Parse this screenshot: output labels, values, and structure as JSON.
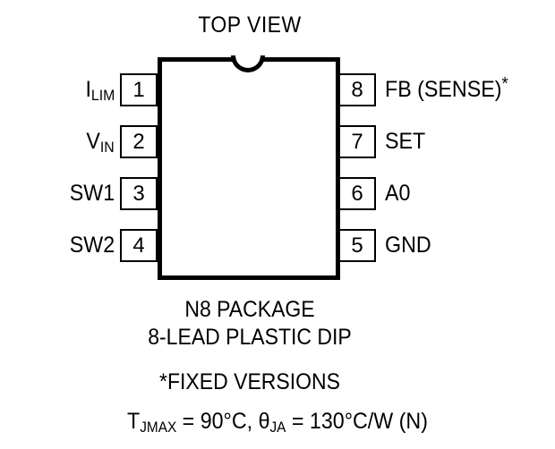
{
  "title": "TOP VIEW",
  "package": {
    "notch_shape": "semicircle-notch",
    "outline_color": "#000000",
    "fill_color": "#ffffff"
  },
  "pins": {
    "left": [
      {
        "number": "1",
        "name_main": "I",
        "name_sub": "LIM",
        "name_plain": "ILIM"
      },
      {
        "number": "2",
        "name_main": "V",
        "name_sub": "IN",
        "name_plain": "VIN"
      },
      {
        "number": "3",
        "name_main": "SW1",
        "name_sub": "",
        "name_plain": "SW1"
      },
      {
        "number": "4",
        "name_main": "SW2",
        "name_sub": "",
        "name_plain": "SW2"
      }
    ],
    "right": [
      {
        "number": "8",
        "name_main": "FB (SENSE)",
        "name_sup": "*",
        "name_plain": "FB (SENSE)*"
      },
      {
        "number": "7",
        "name_main": "SET",
        "name_sup": "",
        "name_plain": "SET"
      },
      {
        "number": "6",
        "name_main": "A0",
        "name_sup": "",
        "name_plain": "A0"
      },
      {
        "number": "5",
        "name_main": "GND",
        "name_sup": "",
        "name_plain": "GND"
      }
    ]
  },
  "caption": {
    "package_name": "N8 PACKAGE",
    "lead_type": "8-LEAD PLASTIC DIP",
    "fixed_versions_note": "*FIXED VERSIONS",
    "thermal": {
      "tj_symbol": "T",
      "tj_subscript": "JMAX",
      "tj_value": " = 90°C, ",
      "theta_symbol": "θ",
      "theta_subscript": "JA",
      "theta_value": " = 130°C/W (N)"
    }
  }
}
